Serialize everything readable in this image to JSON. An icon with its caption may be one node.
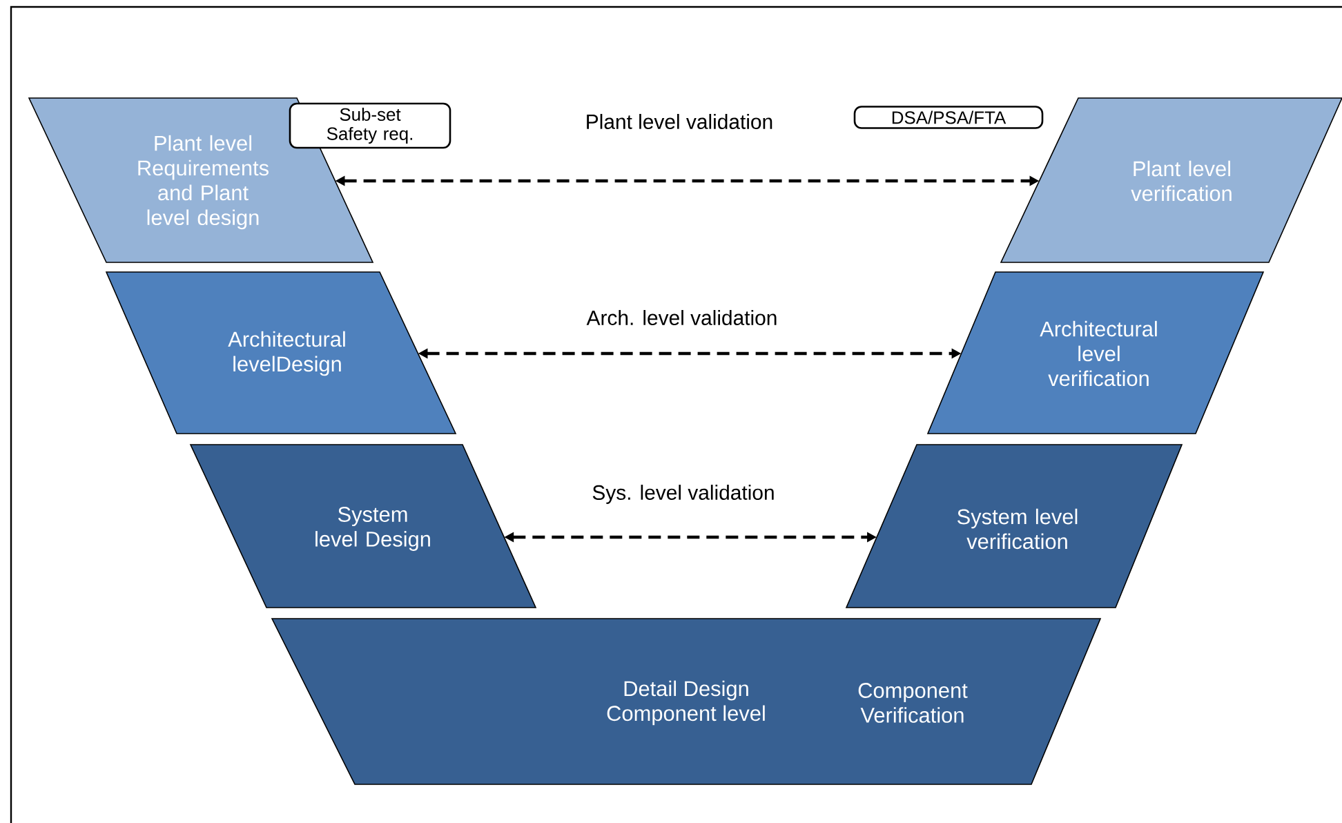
{
  "diagram": {
    "nodes": [
      {
        "text": [
          "Plant level Requirements and Plant level design"
        ]
      },
      {
        "text": [
          "Sub-set Safety req."
        ]
      },
      {
        "text": [
          "DSA/PSA/FTA"
        ]
      },
      {
        "text": [
          "Plant level verification"
        ]
      },
      {
        "text": [
          "Architectural levelDesign"
        ]
      },
      {
        "text": [
          "Architectural level verification"
        ]
      },
      {
        "text": [
          "System level Design"
        ]
      },
      {
        "text": [
          "System level verification"
        ]
      },
      {
        "text": [
          "Detail Design Component level",
          "Component Verification"
        ]
      }
    ],
    "edges": [
      {
        "from": 0,
        "to": 3,
        "arrow": "both",
        "style": "dashed",
        "label": "Plant level validation"
      },
      {
        "from": 4,
        "to": 5,
        "arrow": "both",
        "style": "dashed",
        "label": "Arch. level validation"
      },
      {
        "from": 6,
        "to": 7,
        "arrow": "both",
        "style": "dashed",
        "label": "Sys. level validation"
      }
    ]
  }
}
